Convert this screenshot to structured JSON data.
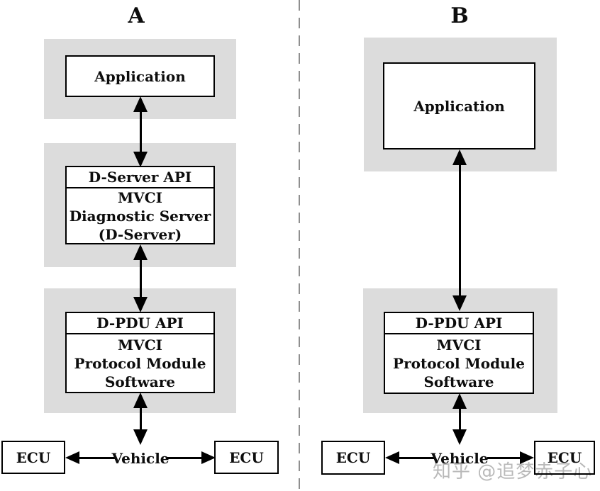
{
  "diagram": {
    "side_a": {
      "title": "A",
      "application": "Application",
      "dserver": {
        "header": "D-Server API",
        "body": [
          "MVCI",
          "Diagnostic Server",
          "(D-Server)"
        ]
      },
      "dpdu": {
        "header": "D-PDU API",
        "body": [
          "MVCI",
          "Protocol Module",
          "Software"
        ]
      },
      "ecu_left": "ECU",
      "ecu_right": "ECU",
      "vehicle": "Vehicle"
    },
    "side_b": {
      "title": "B",
      "application": "Application",
      "dpdu": {
        "header": "D-PDU API",
        "body": [
          "MVCI",
          "Protocol Module",
          "Software"
        ]
      },
      "ecu_left": "ECU",
      "ecu_right": "ECU",
      "vehicle": "Vehicle"
    },
    "watermark": "知乎 @追梦赤子心",
    "colors": {
      "background": "#ffffff",
      "layer_background": "#dcdcdc",
      "box_border": "#000000",
      "divider_dash": "#8f8f8f",
      "watermark_text": "#b9b9b9"
    }
  }
}
